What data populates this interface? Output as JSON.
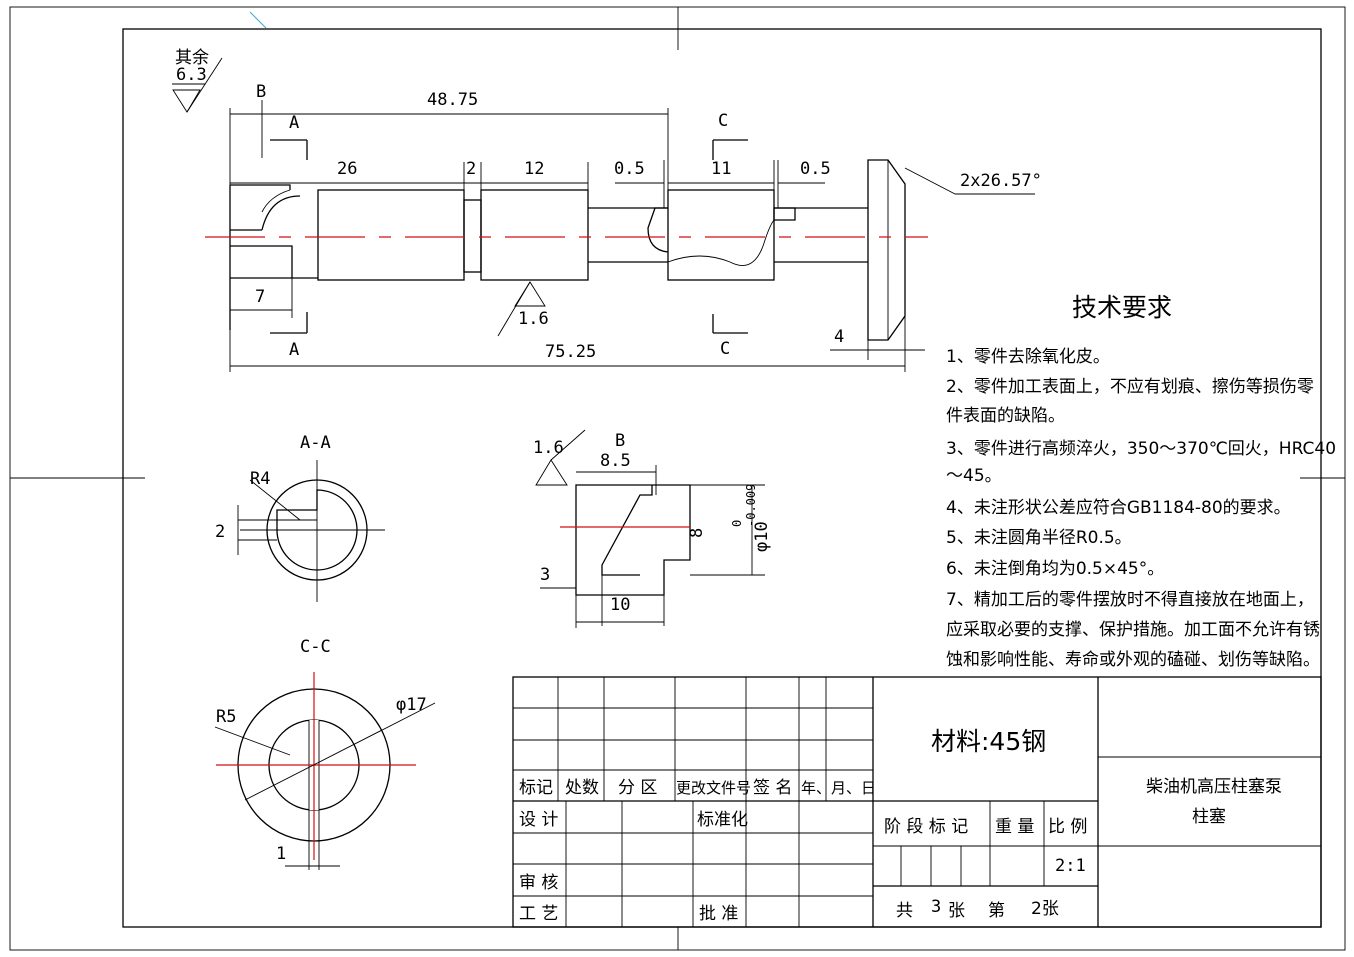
{
  "surface_finish": {
    "rest_label": "其余",
    "rest_value": "6.3",
    "main_value": "1.6",
    "detail_value": "1.6"
  },
  "main_view": {
    "dims": {
      "d1": "48.75",
      "d2": "26",
      "d3": "2",
      "d4": "12",
      "d5": "0.5",
      "d6": "11",
      "d7": "0.5",
      "d8": "7",
      "d9": "75.25",
      "d10": "4",
      "chamfer": "2x26.57°"
    },
    "section_marks": {
      "a_top": "A",
      "a_bottom": "A",
      "b": "B",
      "c_top": "C",
      "c_bottom": "C"
    }
  },
  "section_aa": {
    "title": "A-A",
    "radius": "R4",
    "depth": "2"
  },
  "section_cc": {
    "title": "C-C",
    "radius": "R5",
    "diameter": "φ17",
    "width": "1"
  },
  "detail_b": {
    "mark": "B",
    "d1": "8.5",
    "d2": "8",
    "diameter": "φ10",
    "tol_upper": "0",
    "tol_lower": "-0.009",
    "d3": "3",
    "d4": "10"
  },
  "tech_requirements": {
    "title": "技术要求",
    "items": [
      "1、零件去除氧化皮。",
      "2、零件加工表面上，不应有划痕、擦伤等损伤零",
      "件表面的缺陷。",
      "3、零件进行高频淬火，350～370℃回火，HRC40",
      "～45。",
      "4、未注形状公差应符合GB1184-80的要求。",
      "5、未注圆角半径R0.5。",
      "6、未注倒角均为0.5×45°。",
      "7、精加工后的零件摆放时不得直接放在地面上，",
      "应采取必要的支撑、保护措施。加工面不允许有锈",
      "蚀和影响性能、寿命或外观的磕碰、划伤等缺陷。"
    ]
  },
  "title_block": {
    "headers": [
      "标记",
      "处数",
      "分 区",
      "更改文件号",
      "签 名",
      "年、月、日"
    ],
    "design": "设 计",
    "standard": "标准化",
    "review": "审 核",
    "process": "工 艺",
    "approve": "批 准",
    "material": "材料:45钢",
    "stage_mark": "阶 段 标 记",
    "weight": "重 量",
    "scale_label": "比 例",
    "scale": "2:1",
    "sheets_total_prefix": "共",
    "sheets_total": "3",
    "sheets_unit": "张",
    "sheet_no_prefix": "第",
    "sheet_no": "2张",
    "drawing_name_1": "柴油机高压柱塞泵",
    "drawing_name_2": "柱塞"
  }
}
